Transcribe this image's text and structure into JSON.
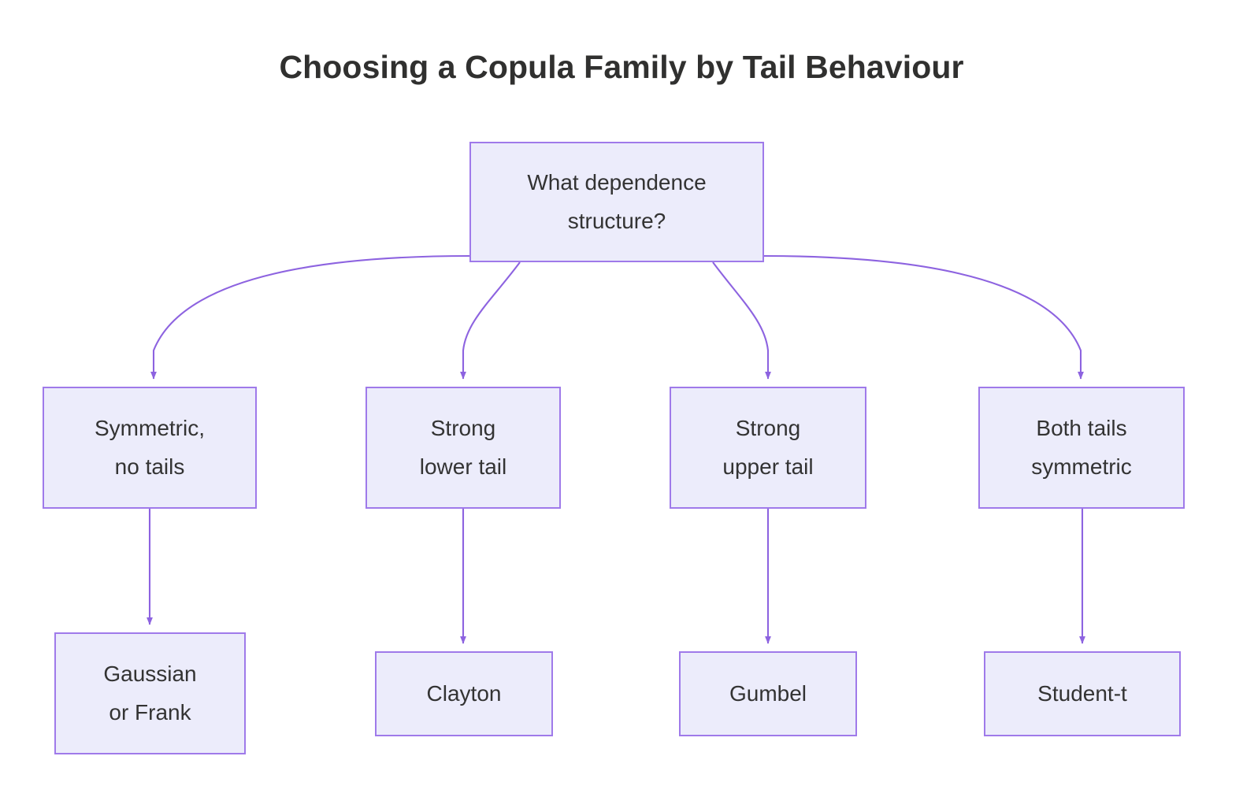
{
  "title": "Choosing a Copula Family by Tail Behaviour",
  "colors": {
    "node_fill": "#ececfb",
    "node_border": "#9f7aea",
    "edge": "#8d63e0",
    "text": "#333333",
    "title_text": "#30302f",
    "background": "#ffffff"
  },
  "diagram": {
    "type": "flowchart",
    "direction": "top-down",
    "root": {
      "id": "root",
      "line1": "What dependence",
      "line2": "structure?"
    },
    "branches": [
      {
        "id": "branch-symmetric-no-tails",
        "line1": "Symmetric,",
        "line2": "no tails",
        "leaf": {
          "id": "leaf-gaussian-or-frank",
          "line1": "Gaussian",
          "line2": "or Frank"
        }
      },
      {
        "id": "branch-strong-lower-tail",
        "line1": "Strong",
        "line2": "lower tail",
        "leaf": {
          "id": "leaf-clayton",
          "line1": "Clayton",
          "line2": ""
        }
      },
      {
        "id": "branch-strong-upper-tail",
        "line1": "Strong",
        "line2": "upper tail",
        "leaf": {
          "id": "leaf-gumbel",
          "line1": "Gumbel",
          "line2": ""
        }
      },
      {
        "id": "branch-both-tails-symmetric",
        "line1": "Both tails",
        "line2": "symmetric",
        "leaf": {
          "id": "leaf-student-t",
          "line1": "Student-t",
          "line2": ""
        }
      }
    ],
    "edges": [
      {
        "from": "root",
        "to": "branch-symmetric-no-tails",
        "label": ""
      },
      {
        "from": "root",
        "to": "branch-strong-lower-tail",
        "label": ""
      },
      {
        "from": "root",
        "to": "branch-strong-upper-tail",
        "label": ""
      },
      {
        "from": "root",
        "to": "branch-both-tails-symmetric",
        "label": ""
      },
      {
        "from": "branch-symmetric-no-tails",
        "to": "leaf-gaussian-or-frank",
        "label": ""
      },
      {
        "from": "branch-strong-lower-tail",
        "to": "leaf-clayton",
        "label": ""
      },
      {
        "from": "branch-strong-upper-tail",
        "to": "leaf-gumbel",
        "label": ""
      },
      {
        "from": "branch-both-tails-symmetric",
        "to": "leaf-student-t",
        "label": ""
      }
    ]
  }
}
